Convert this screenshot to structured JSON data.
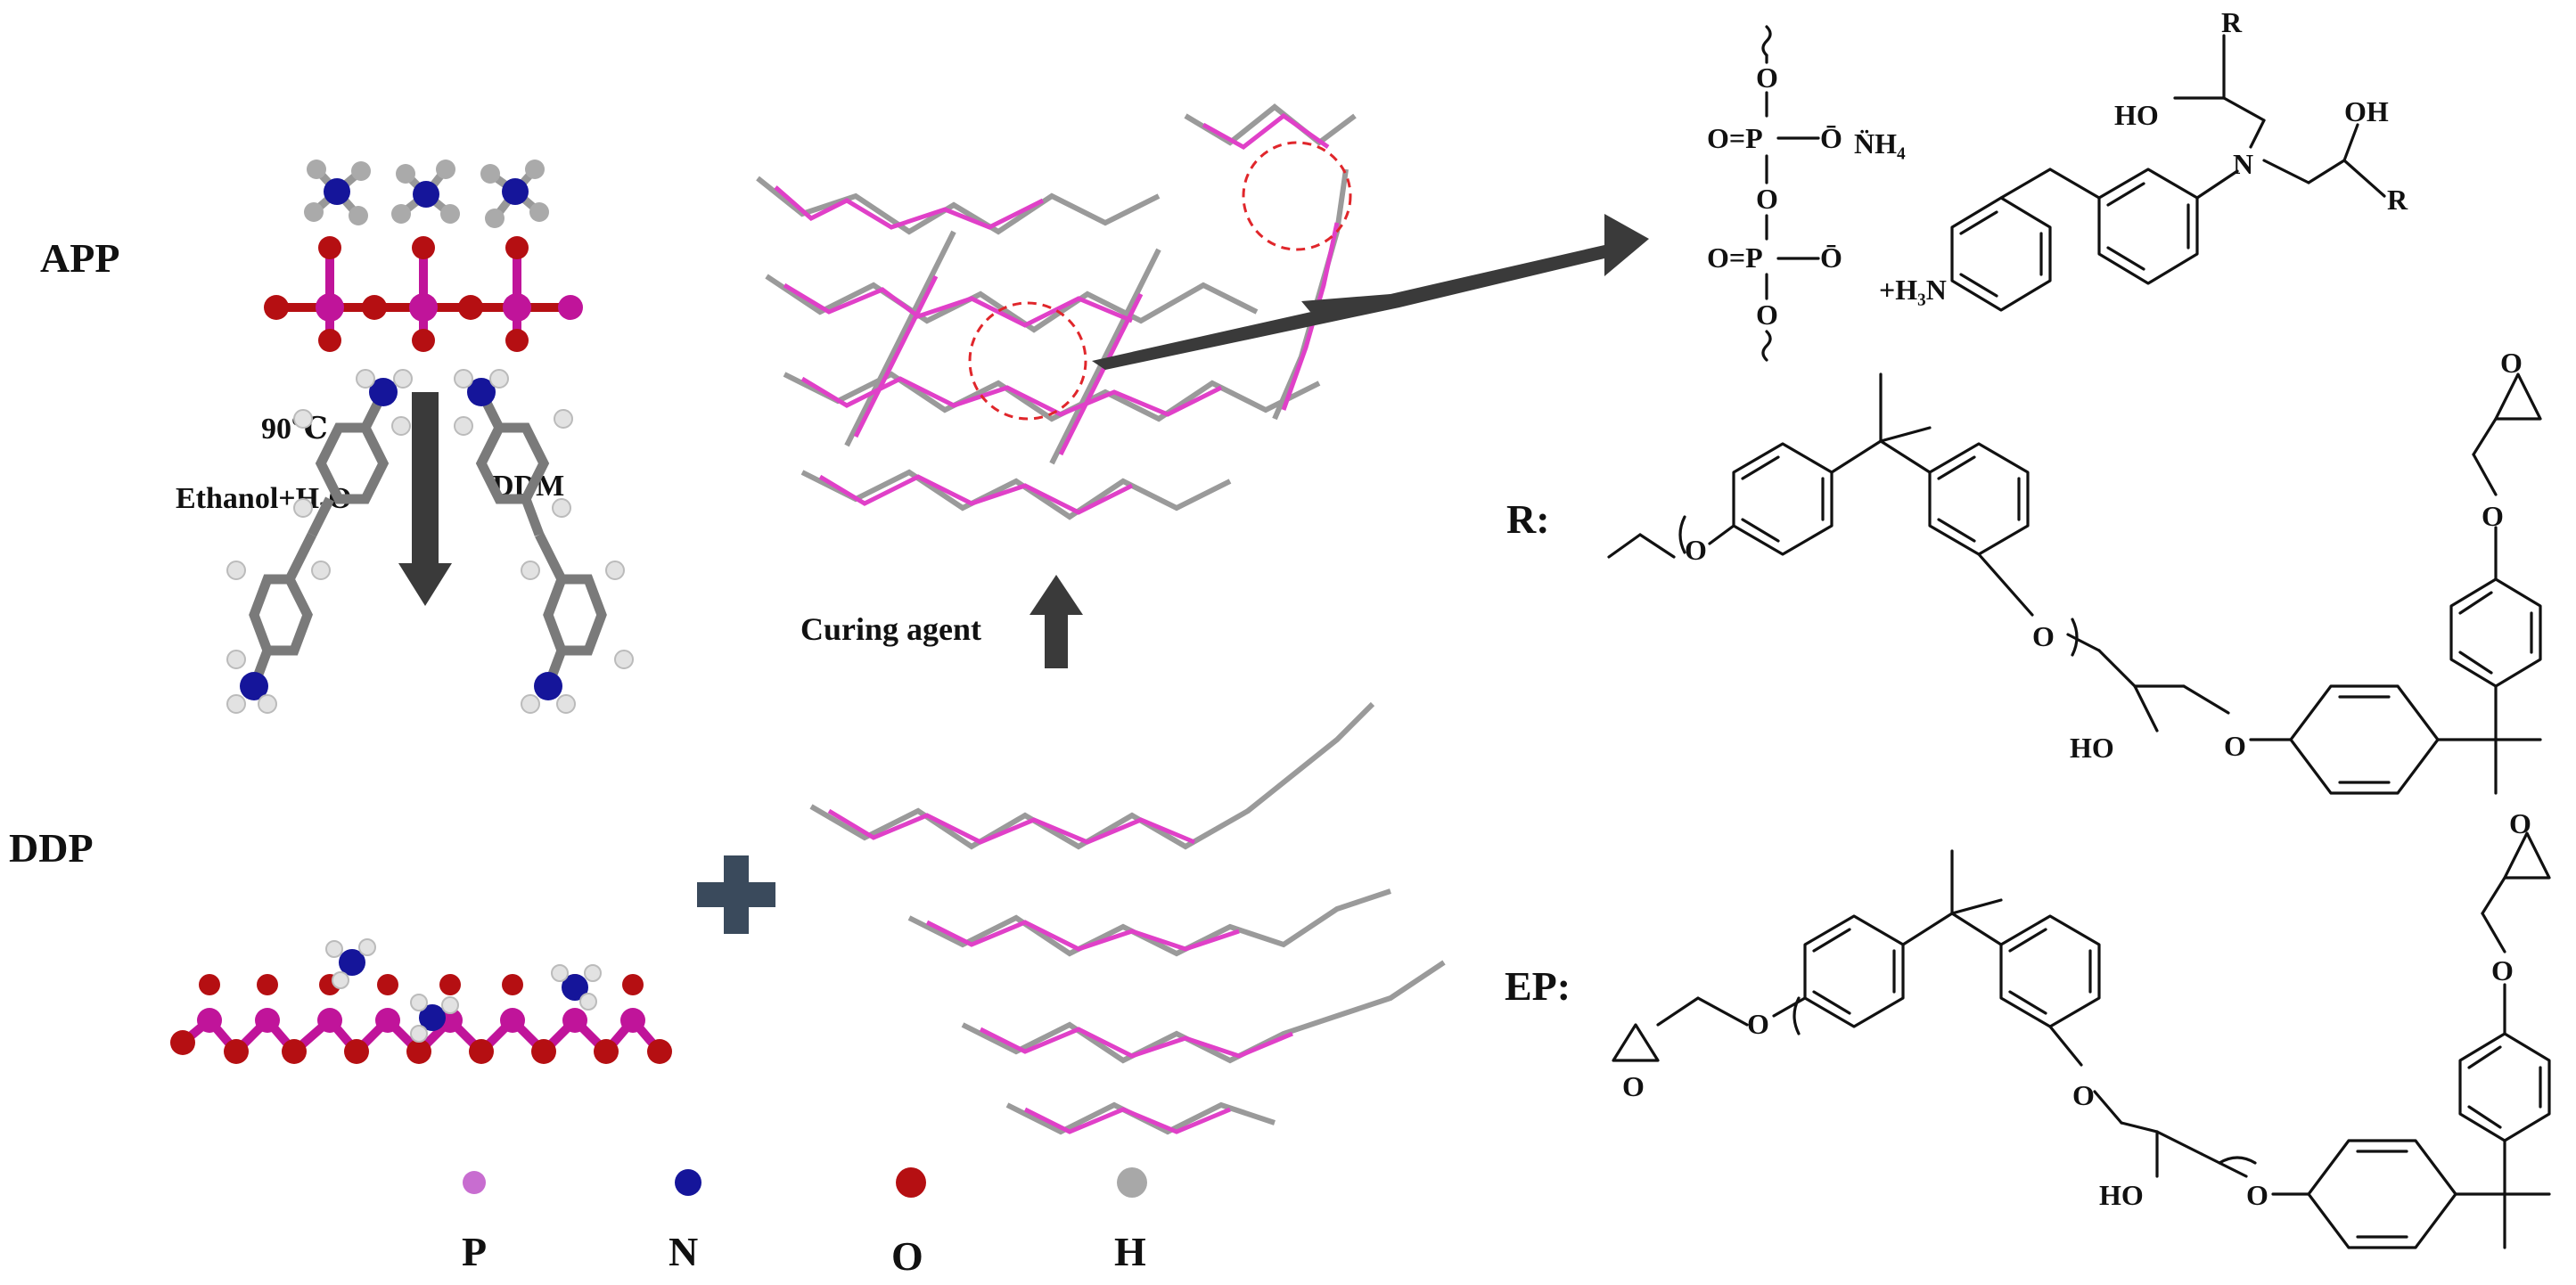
{
  "app": {
    "label": "APP",
    "step": {
      "temperature": "90℃",
      "solvent": "Ethanol+H₂O",
      "reagent": "DDM"
    }
  },
  "ddp": {
    "label": "DDP"
  },
  "curing": {
    "label": "Curing agent",
    "plus": "+"
  },
  "legend": [
    {
      "symbol": "P",
      "color": "#c86dd0"
    },
    {
      "symbol": "N",
      "color": "#15159a"
    },
    {
      "symbol": "O",
      "color": "#b50f12"
    },
    {
      "symbol": "H",
      "color": "#a8a8a8"
    }
  ],
  "structure_top": {
    "phosphate_labels": [
      "O",
      "O=P",
      "O",
      "O=P",
      "O",
      "Ō",
      "N̈H₄",
      "Ō"
    ],
    "amine": {
      "left": "+H₃N",
      "n": "N",
      "ho": "HO",
      "oh": "OH",
      "r1": "R",
      "r2": "R"
    }
  },
  "r_group": {
    "label": "R:",
    "atoms": [
      "O",
      "O",
      "HO",
      "O",
      "O",
      "O"
    ]
  },
  "ep": {
    "label": "EP:",
    "atoms": [
      "O",
      "O",
      "O",
      "HO",
      "O",
      "O",
      "O"
    ]
  },
  "colors": {
    "molecule_pink": "#e040c8",
    "chain_grey": "#8a8a8a",
    "arrow": "#3a3a3a",
    "circle": "#e0262b"
  }
}
